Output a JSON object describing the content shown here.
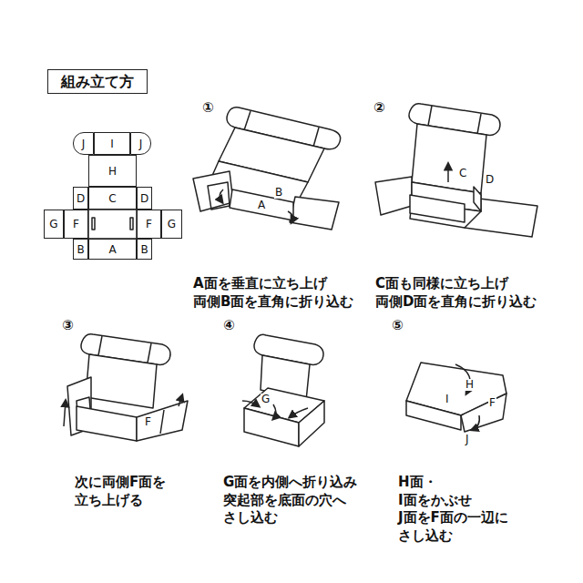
{
  "diagram": {
    "nodes": [
      {
        "text": [
          "組み立て方"
        ]
      },
      {
        "text": [
          "J"
        ]
      },
      {
        "text": [
          "I"
        ]
      },
      {
        "text": [
          "J"
        ]
      },
      {
        "text": [
          "H"
        ]
      },
      {
        "text": [
          "D"
        ]
      },
      {
        "text": [
          "C"
        ]
      },
      {
        "text": [
          "D"
        ]
      },
      {
        "text": [
          "G"
        ]
      },
      {
        "text": [
          "F"
        ]
      },
      {
        "text": [
          "F"
        ]
      },
      {
        "text": [
          "G"
        ]
      },
      {
        "text": [
          "B"
        ]
      },
      {
        "text": [
          "A"
        ]
      },
      {
        "text": [
          "B"
        ]
      }
    ],
    "edges": [],
    "labels": [
      "①",
      "A",
      "B",
      "A面を垂直に立ち上げ 両側B面を直角に折り込む",
      "②",
      "C",
      "D",
      "C面も同様に立ち上げ 両側D面を直角に折り込む",
      "③",
      "F",
      "次に両側F面を 立ち上げる",
      "④",
      "G",
      "G面を内側へ折り込み 突起部を底面の穴へ さし込む",
      "⑤",
      "H",
      "I",
      "F",
      "J",
      "H面・I面をかぶせ J面をF面の一辺に さし込む"
    ]
  }
}
